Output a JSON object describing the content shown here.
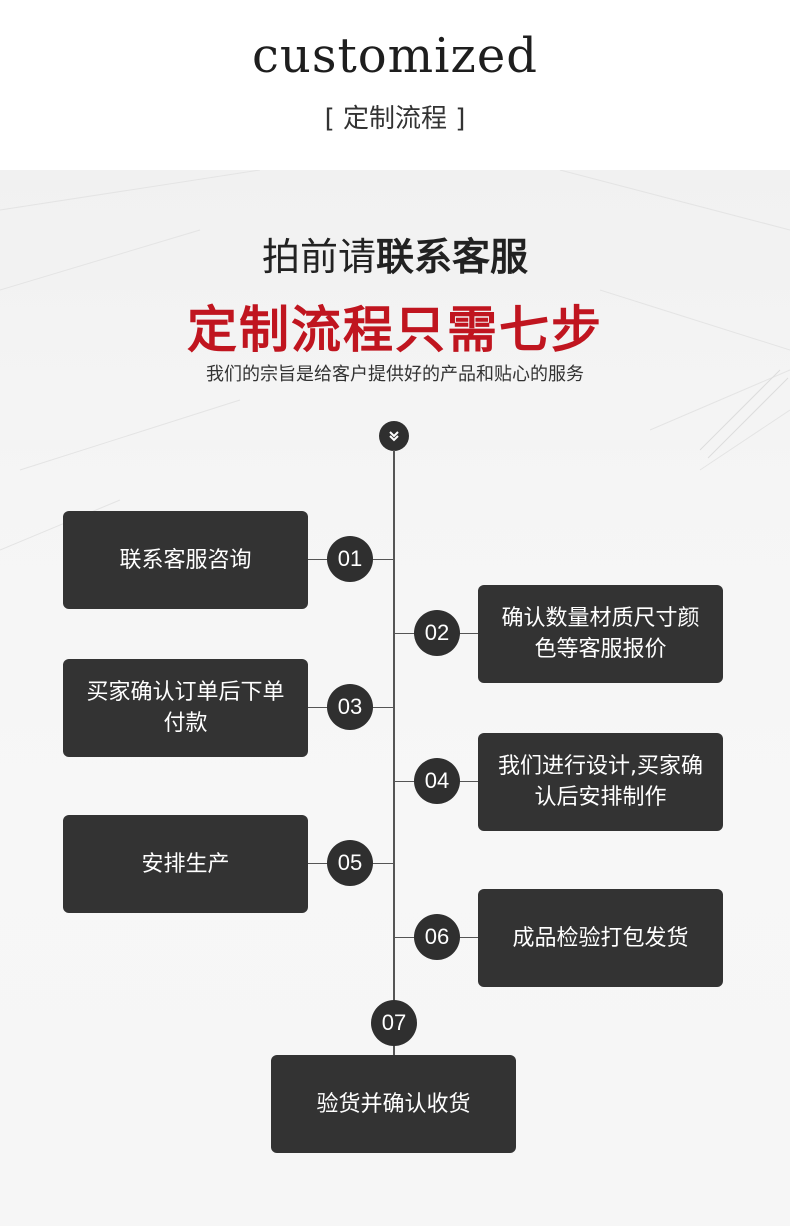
{
  "header": {
    "title": "customized",
    "subtitle": "[ 定制流程 ]"
  },
  "intro": {
    "line1_light": "拍前请",
    "line1_bold": "联系客服",
    "line2": "定制流程只需七步",
    "line3": "我们的宗旨是给客户提供好的产品和贴心的服务"
  },
  "marker_icon": "double-chevron-down-icon",
  "steps": [
    {
      "num": "01",
      "text": "联系客服咨询"
    },
    {
      "num": "02",
      "text": "确认数量材质尺寸颜色等客服报价"
    },
    {
      "num": "03",
      "text": "买家确认订单后下单付款"
    },
    {
      "num": "04",
      "text": "我们进行设计,买家确认后安排制作"
    },
    {
      "num": "05",
      "text": "安排生产"
    },
    {
      "num": "06",
      "text": "成品检验打包发货"
    },
    {
      "num": "07",
      "text": "验货并确认收货"
    }
  ],
  "colors": {
    "accent_red": "#c0151f",
    "box_dark": "#333333",
    "circle_dark": "#2f2f2f"
  }
}
